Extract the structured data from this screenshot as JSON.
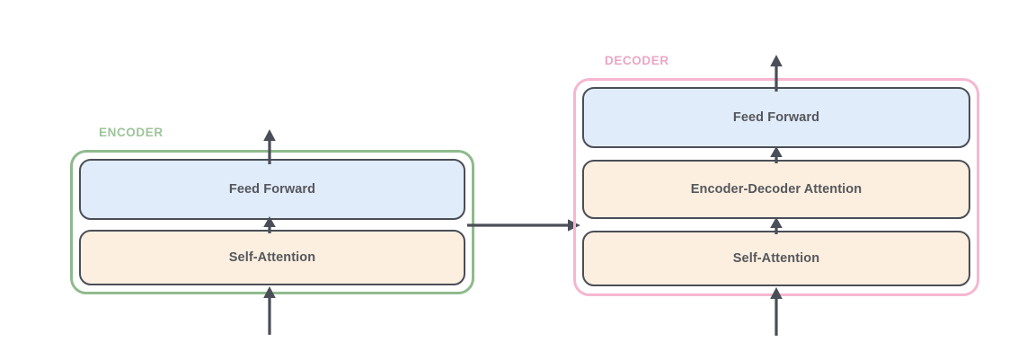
{
  "diagram": {
    "title": "Transformer encoder-decoder block diagram",
    "background_color": "#ffffff",
    "groups": [
      {
        "id": "encoder",
        "label": "ENCODER",
        "label_color": "#9ec49b",
        "border_color": "#8fba8c",
        "blocks": [
          {
            "id": "enc-ff",
            "label": "Feed Forward",
            "fill": "#e1ecfa",
            "border": "#4a4e57"
          },
          {
            "id": "enc-sa",
            "label": "Self-Attention",
            "fill": "#fcefe0",
            "border": "#4a4e57"
          }
        ]
      },
      {
        "id": "decoder",
        "label": "DECODER",
        "label_color": "#e9a6c4",
        "border_color": "#f6b6d0",
        "blocks": [
          {
            "id": "dec-ff",
            "label": "Feed Forward",
            "fill": "#e1ecfa",
            "border": "#4a4e57"
          },
          {
            "id": "dec-eda",
            "label": "Encoder-Decoder Attention",
            "fill": "#fcefe0",
            "border": "#4a4e57"
          },
          {
            "id": "dec-sa",
            "label": "Self-Attention",
            "fill": "#fcefe0",
            "border": "#4a4e57"
          }
        ]
      }
    ],
    "arrows": {
      "color": "#4a4e57",
      "items": [
        {
          "name": "encoder-input-arrow",
          "direction": "up"
        },
        {
          "name": "encoder-internal-arrow",
          "direction": "up"
        },
        {
          "name": "encoder-output-arrow",
          "direction": "up"
        },
        {
          "name": "encoder-to-decoder-arrow",
          "direction": "right"
        },
        {
          "name": "decoder-input-arrow",
          "direction": "up"
        },
        {
          "name": "decoder-internal-arrow-lower",
          "direction": "up"
        },
        {
          "name": "decoder-internal-arrow-upper",
          "direction": "up"
        },
        {
          "name": "decoder-output-arrow",
          "direction": "up"
        }
      ]
    },
    "text_color": "#55575c"
  }
}
